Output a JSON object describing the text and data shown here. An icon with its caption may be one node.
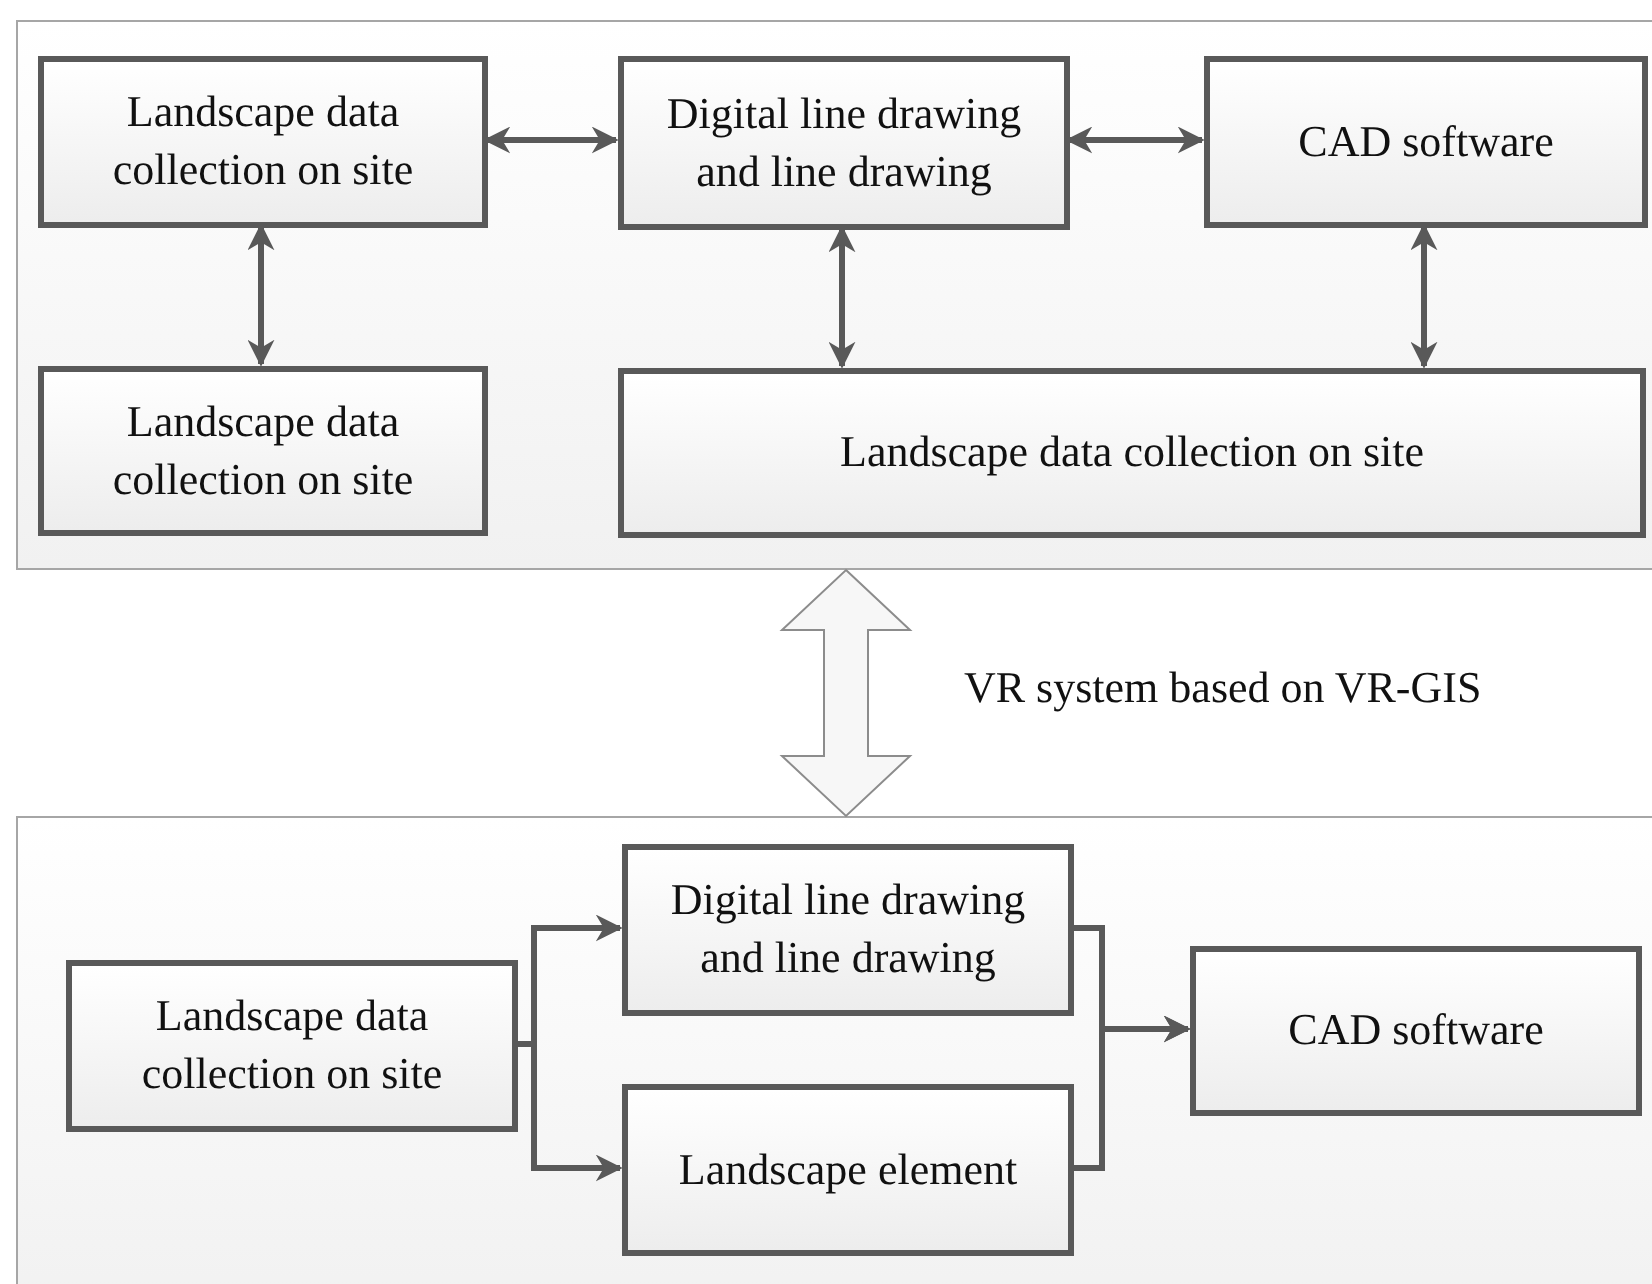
{
  "diagram": {
    "nodes": [
      {
        "text": [],
        "shape": "box"
      },
      {
        "text": [
          "Landscape data collection on site"
        ],
        "in": 0
      },
      {
        "text": [
          "Digital line drawing and line drawing"
        ],
        "in": 0
      },
      {
        "text": [
          "CAD software"
        ],
        "in": 0
      },
      {
        "text": [
          "Landscape data collection on site"
        ],
        "in": 0
      },
      {
        "text": [
          "Landscape data collection on site"
        ],
        "in": 0
      },
      {
        "text": [],
        "shape": "box"
      },
      {
        "text": [
          "Landscape data collection on site"
        ],
        "in": 6
      },
      {
        "text": [
          "Digital line drawing and line drawing"
        ],
        "in": 6
      },
      {
        "text": [
          "Landscape element"
        ],
        "in": 6
      },
      {
        "text": [
          "CAD software"
        ],
        "in": 6
      }
    ],
    "edges": [
      {
        "from": 1,
        "to": 2,
        "arrow": "both"
      },
      {
        "from": 2,
        "to": 3,
        "arrow": "both"
      },
      {
        "from": 1,
        "to": 4,
        "arrow": "both"
      },
      {
        "from": 2,
        "to": 5,
        "arrow": "both"
      },
      {
        "from": 3,
        "to": 5,
        "arrow": "both"
      },
      {
        "from": 0,
        "to": 6,
        "arrow": "both",
        "label": "VR system based on VR-GIS",
        "style": "thick"
      },
      {
        "from": 7,
        "to": 8,
        "arrow": "to"
      },
      {
        "from": 7,
        "to": 9,
        "arrow": "to"
      },
      {
        "from": 8,
        "to": 10,
        "arrow": "to"
      },
      {
        "from": 9,
        "to": 10,
        "arrow": "to"
      }
    ]
  }
}
